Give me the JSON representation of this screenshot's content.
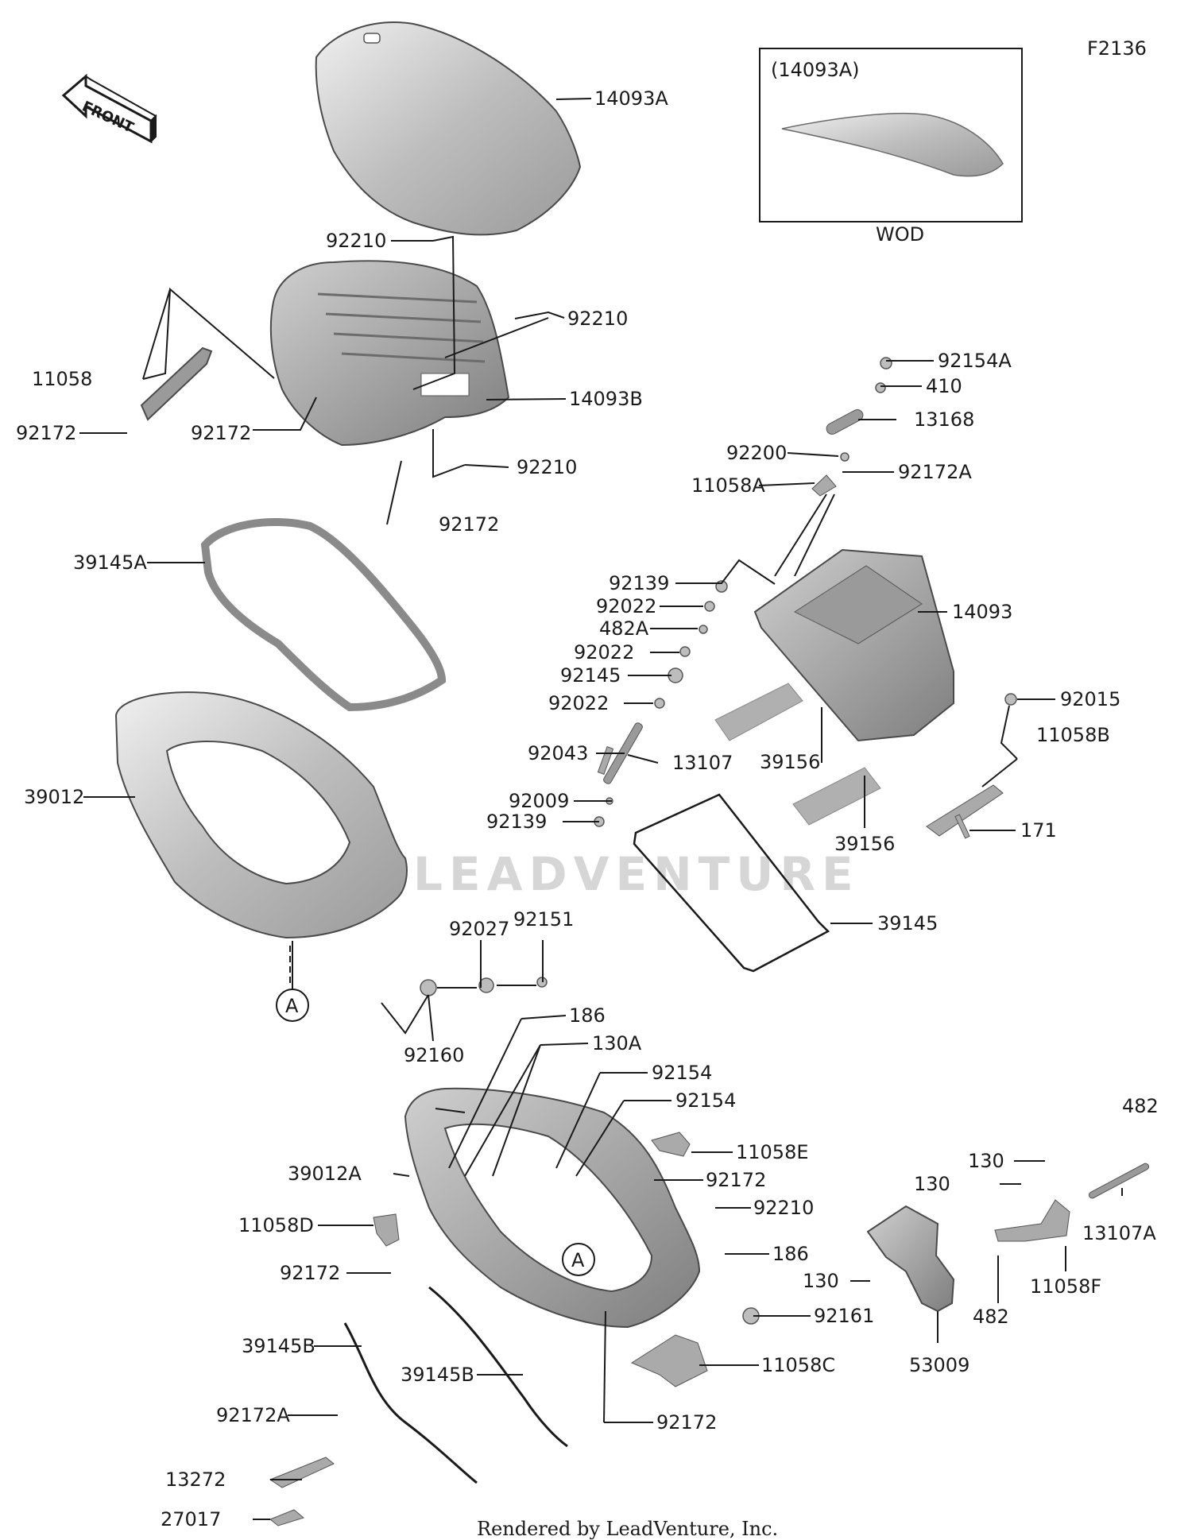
{
  "figure_code": "F2136",
  "front_label": "FRONT",
  "inset": {
    "part": "(14093A)",
    "caption": "WOD"
  },
  "watermark": "LEADVENTURE",
  "footer": "Rendered by LeadVenture, Inc.",
  "ref_marker": "A",
  "callouts": [
    "14093A",
    "92210",
    "92210",
    "11058",
    "92172",
    "92172",
    "14093B",
    "92210",
    "92172",
    "39145A",
    "39012",
    "92154A",
    "410",
    "13168",
    "92200",
    "11058A",
    "92172A",
    "92139",
    "92022",
    "482A",
    "92022",
    "92145",
    "92022",
    "14093",
    "92015",
    "11058B",
    "39156",
    "92043",
    "13107",
    "171",
    "92009",
    "92139",
    "39156",
    "39145",
    "92027",
    "92151",
    "186",
    "92160",
    "130A",
    "92154",
    "92154",
    "11058E",
    "39012A",
    "92172",
    "92210",
    "11058D",
    "186",
    "92172",
    "130",
    "130",
    "482",
    "13107A",
    "130",
    "92161",
    "482",
    "11058F",
    "39145B",
    "39145B",
    "11058C",
    "53009",
    "92172A",
    "92172",
    "13272",
    "27017"
  ],
  "colors": {
    "line": "#1a1a1a",
    "part_fill": "#bcbcbc",
    "part_dark": "#8f8f8f",
    "tape": "#b0b0b0"
  }
}
